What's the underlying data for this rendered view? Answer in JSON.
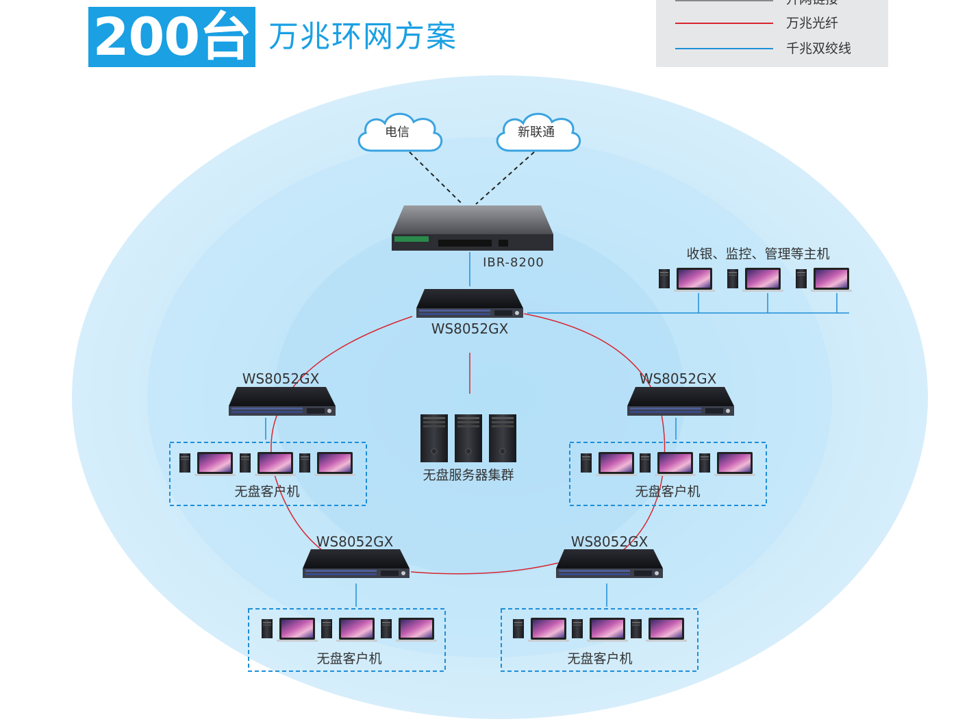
{
  "header": {
    "badge": "200台",
    "subtitle": "万兆环网方案"
  },
  "legend": {
    "items": [
      {
        "label": "升网链接",
        "color": "#888888"
      },
      {
        "label": "万兆光纤",
        "color": "#d9242f"
      },
      {
        "label": "千兆双绞线",
        "color": "#1d8ed8"
      }
    ]
  },
  "colors": {
    "accent": "#1aa0e3",
    "fiber": "#d9242f",
    "twisted_pair": "#1d8ed8"
  },
  "isp": {
    "telecom": "电信",
    "unicom": "新联通"
  },
  "router": {
    "model": "IBR-8200"
  },
  "switches": {
    "top": "WS8052GX",
    "left": "WS8052GX",
    "right": "WS8052GX",
    "bottom_left": "WS8052GX",
    "bottom_right": "WS8052GX"
  },
  "hosts": {
    "mgmt_label": "收银、监控、管理等主机"
  },
  "server": {
    "label": "无盘服务器集群"
  },
  "clients": {
    "left": "无盘客户机",
    "right": "无盘客户机",
    "bottom_left": "无盘客户机",
    "bottom_right": "无盘客户机"
  }
}
